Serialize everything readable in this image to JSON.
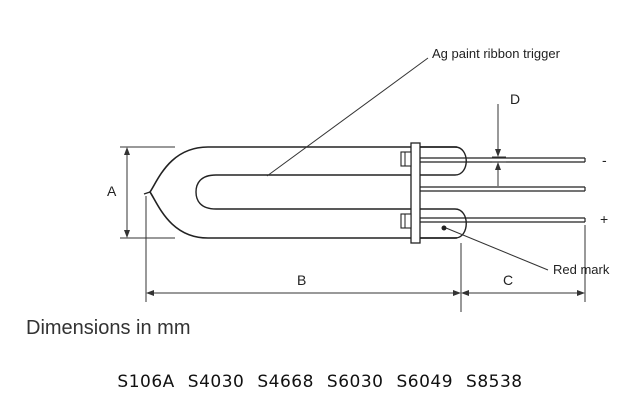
{
  "labels": {
    "trigger": "Ag paint ribbon trigger",
    "red_mark": "Red mark",
    "dim_a": "A",
    "dim_b": "B",
    "dim_c": "C",
    "dim_d": "D",
    "minus": "-",
    "plus": "+"
  },
  "caption": "Dimensions in mm",
  "models": [
    "S106A",
    "S4030",
    "S4668",
    "S6030",
    "S6049",
    "S8538"
  ]
}
